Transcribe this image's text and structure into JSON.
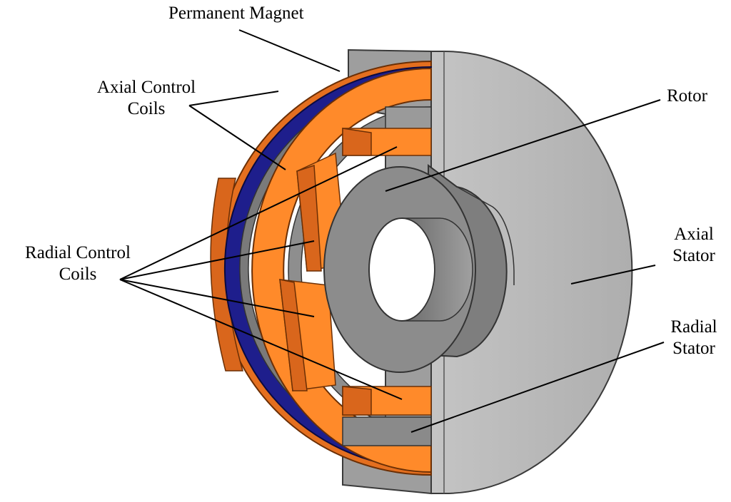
{
  "labels": {
    "permanent_magnet": "Permanent Magnet",
    "axial_control_line1": "Axial Control",
    "axial_control_line2": "Coils",
    "rotor": "Rotor",
    "radial_control_line1": "Radial  Control",
    "radial_control_line2": "Coils",
    "axial_stator_line1": "Axial",
    "axial_stator_line2": "Stator",
    "radial_stator_line1": "Radial",
    "radial_stator_line2": "Stator"
  },
  "colors": {
    "coil_orange": "#ff8a2a",
    "coil_orange_dark": "#d9661c",
    "magnet_blue": "#1e1e8c",
    "stator_gray": "#bdbdbd",
    "rotor_gray": "#8c8c8c"
  }
}
